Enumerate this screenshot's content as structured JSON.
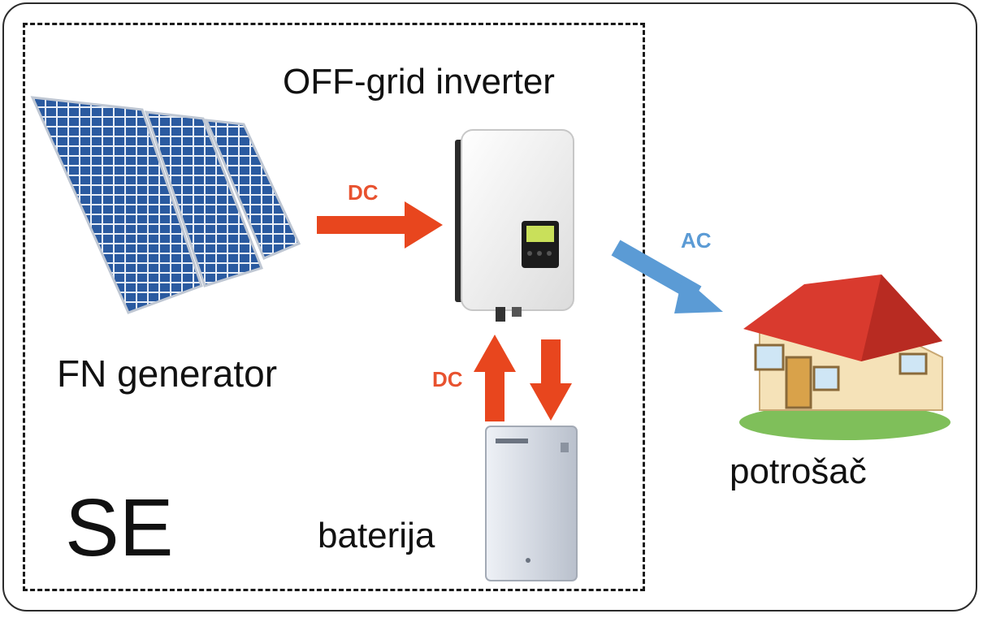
{
  "labels": {
    "inverter": "OFF-grid inverter",
    "fn_generator": "FN generator",
    "consumer": "potrošač",
    "battery": "baterija",
    "system": "SE"
  },
  "flows": {
    "pv_to_inverter": "DC",
    "inverter_to_consumer": "AC",
    "battery_link": "DC"
  },
  "colors": {
    "dc_arrow": "#e8461e",
    "ac_arrow": "#5b9bd5",
    "panel_cell": "#2a5aa0",
    "roof": "#d93a2e",
    "wall": "#f5e2b8"
  }
}
